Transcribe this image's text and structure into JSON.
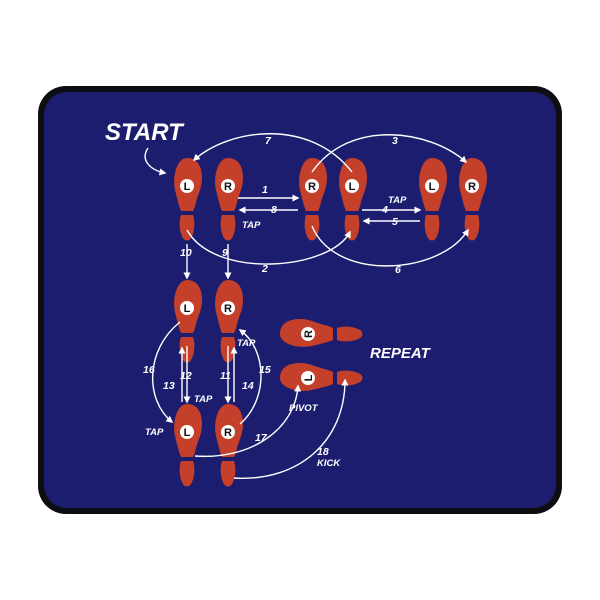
{
  "colors": {
    "mat": "#1c1d6e",
    "mat_border": "#0d0d12",
    "foot": "#c4402b",
    "line": "#ffffff"
  },
  "labels": {
    "start": "START",
    "repeat": "REPEAT",
    "tap_8": "TAP",
    "tap_4": "TAP",
    "tap_r_upper": "TAP",
    "tap_13": "TAP",
    "tap_lower_left": "TAP",
    "pivot": "PIVOT",
    "kick": "KICK"
  },
  "steps": {
    "s1": "1",
    "s2": "2",
    "s3": "3",
    "s4": "4",
    "s5": "5",
    "s6": "6",
    "s7": "7",
    "s8": "8",
    "s9": "9",
    "s10": "10",
    "s11": "11",
    "s12": "12",
    "s13": "13",
    "s14": "14",
    "s15": "15",
    "s16": "16",
    "s17": "17",
    "s18": "18"
  },
  "feet": {
    "f1": "L",
    "f2": "R",
    "f3": "R",
    "f4": "L",
    "f5": "L",
    "f6": "R",
    "f7": "L",
    "f8": "R",
    "f9": "L",
    "f10": "R",
    "f11": "R",
    "f12": "L"
  }
}
